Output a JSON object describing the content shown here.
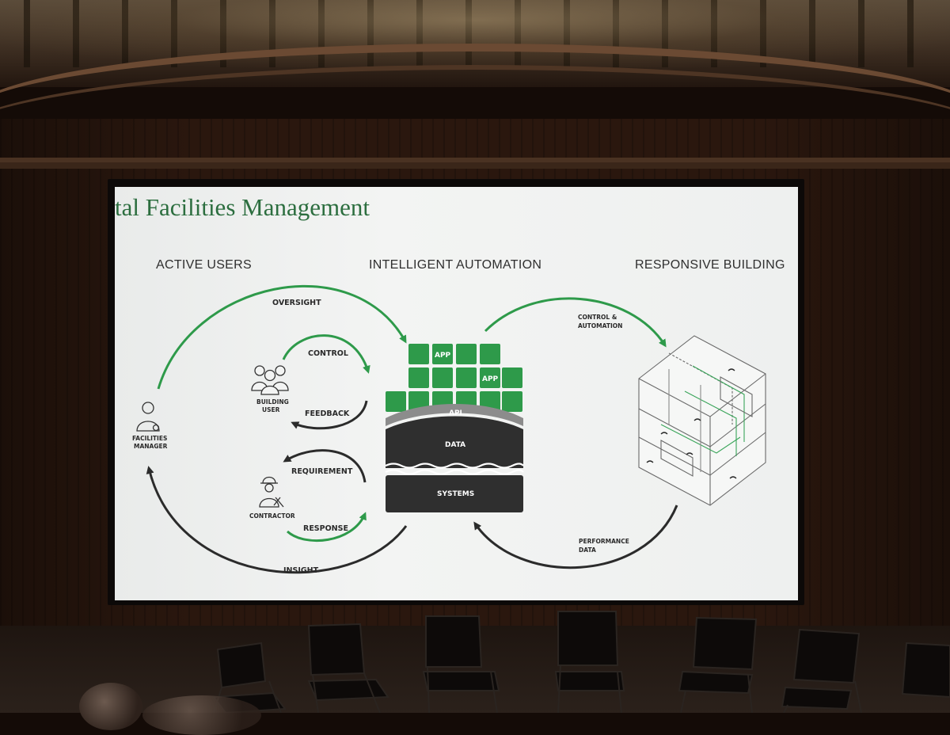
{
  "slide": {
    "title": "tal Facilities Management",
    "headings": {
      "left": "ACTIVE USERS",
      "center": "INTELLIGENT AUTOMATION",
      "right": "RESPONSIVE BUILDING"
    },
    "arrows": {
      "oversight": "OVERSIGHT",
      "control": "CONTROL",
      "feedback": "FEEDBACK",
      "requirement": "REQUIREMENT",
      "response": "RESPONSE",
      "insight": "INSIGHT",
      "control_automation_1": "CONTROL &",
      "control_automation_2": "AUTOMATION",
      "performance_data_1": "PERFORMANCE",
      "performance_data_2": "DATA"
    },
    "actors": {
      "building_user_1": "BUILDING",
      "building_user_2": "USER",
      "facilities_manager_1": "FACILITIES",
      "facilities_manager_2": "MANAGER",
      "contractor": "CONTRACTOR"
    },
    "stack": {
      "app_1": "APP",
      "app_2": "APP",
      "api": "API",
      "data": "DATA",
      "systems": "SYSTEMS"
    },
    "colors": {
      "green": "#2e9a4a",
      "dark": "#2b2b2b",
      "title_green": "#2c6e3f"
    }
  }
}
